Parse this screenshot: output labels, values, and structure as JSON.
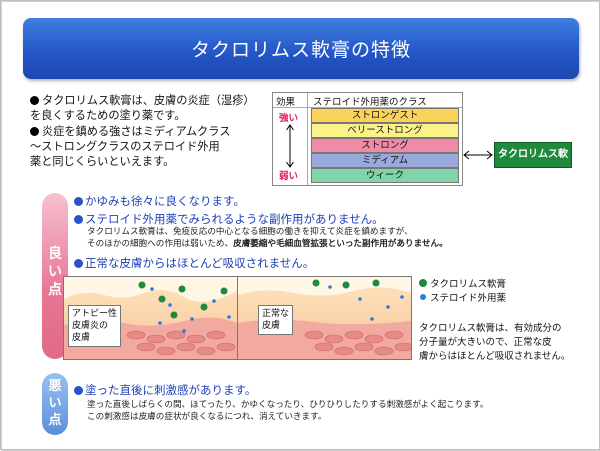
{
  "title": "タクロリムス軟膏の特徴",
  "intro": [
    {
      "l1": "タクロリムス軟膏は、皮膚の炎症（湿疹）",
      "l2": "を良くするための塗り薬です。"
    },
    {
      "l1": "炎症を鎮める強さはミディアムクラス",
      "l2": "〜ストロングクラスのステロイド外用",
      "l3": "薬と同じくらいといえます。"
    }
  ],
  "strength_table": {
    "col1": "効果",
    "col2": "ステロイド外用薬のクラス",
    "strong": "強い",
    "weak": "弱い",
    "rows": [
      {
        "label": "ストロンゲスト",
        "color": "#fbd35a"
      },
      {
        "label": "ベリーストロング",
        "color": "#fbf38a"
      },
      {
        "label": "ストロング",
        "color": "#f08aa6"
      },
      {
        "label": "ミディアム",
        "color": "#9aa9dc"
      },
      {
        "label": "ウィーク",
        "color": "#7fd4a8"
      }
    ]
  },
  "tacrolimus_box": "タクロリムス軟膏",
  "good": {
    "tag": [
      "良",
      "い",
      "点"
    ],
    "p1": "かゆみも徐々に良くなります。",
    "p2": "ステロイド外用薬でみられるような副作用がありません。",
    "p2_sub1": "タクロリムス軟膏は、免疫反応の中心となる細胞の働きを抑えて炎症を鎮めますが、",
    "p2_sub2a": "そのほかの細胞への作用は弱いため、",
    "p2_sub2b": "皮膚萎縮や毛細血管拡張といった副作用がありません。",
    "p3": "正常な皮膚からはほとんど吸収されません。"
  },
  "skin": {
    "atopic_l1": "アトピー性",
    "atopic_l2": "皮膚炎の",
    "atopic_l3": "皮膚",
    "normal_l1": "正常な",
    "normal_l2": "皮膚"
  },
  "legend": {
    "green": "タクロリムス軟膏",
    "blue": "ステロイド外用薬"
  },
  "note": {
    "l1": "タクロリムス軟膏は、有効成分の",
    "l2": "分子量が大きいので、正常な皮",
    "l3": "膚からはほとんど吸収されません。"
  },
  "bad": {
    "tag": [
      "悪",
      "い",
      "点"
    ],
    "p1": "塗った直後に刺激感があります。",
    "sub1": "塗った直後しばらくの間、ほてったり、かゆくなったり、ひりひりしたりする刺激感がよく起こります。",
    "sub2": "この刺激感は皮膚の症状が良くなるにつれ、消えていきます。"
  }
}
